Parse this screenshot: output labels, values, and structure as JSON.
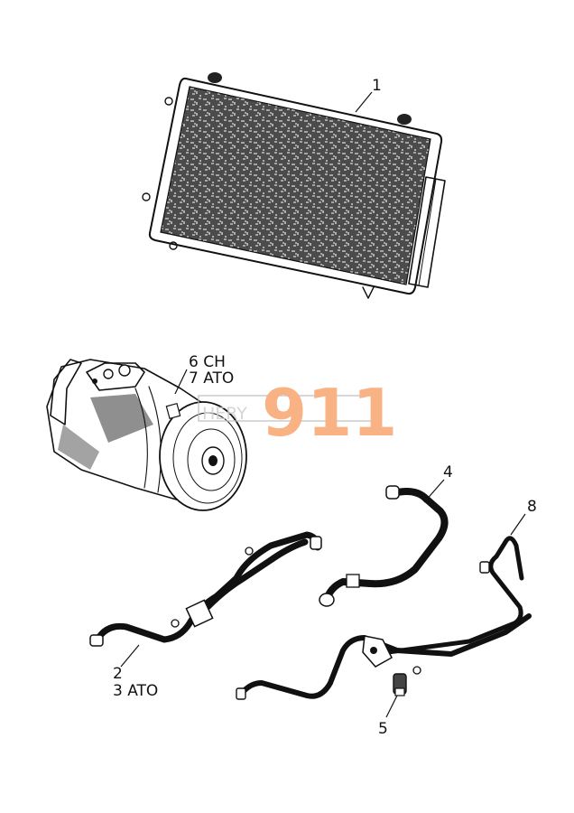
{
  "callouts": {
    "p1": "1",
    "p2": "2",
    "p3": "3 ATO",
    "p4": "4",
    "p5": "5",
    "p6": "6  CH",
    "p7": "7  ATO",
    "p8": "8"
  },
  "watermark": {
    "small": "HERY",
    "big": "911",
    "color": "#f7a56e"
  },
  "colors": {
    "ink": "#111111",
    "condenser_core": "#4b4b4b"
  }
}
